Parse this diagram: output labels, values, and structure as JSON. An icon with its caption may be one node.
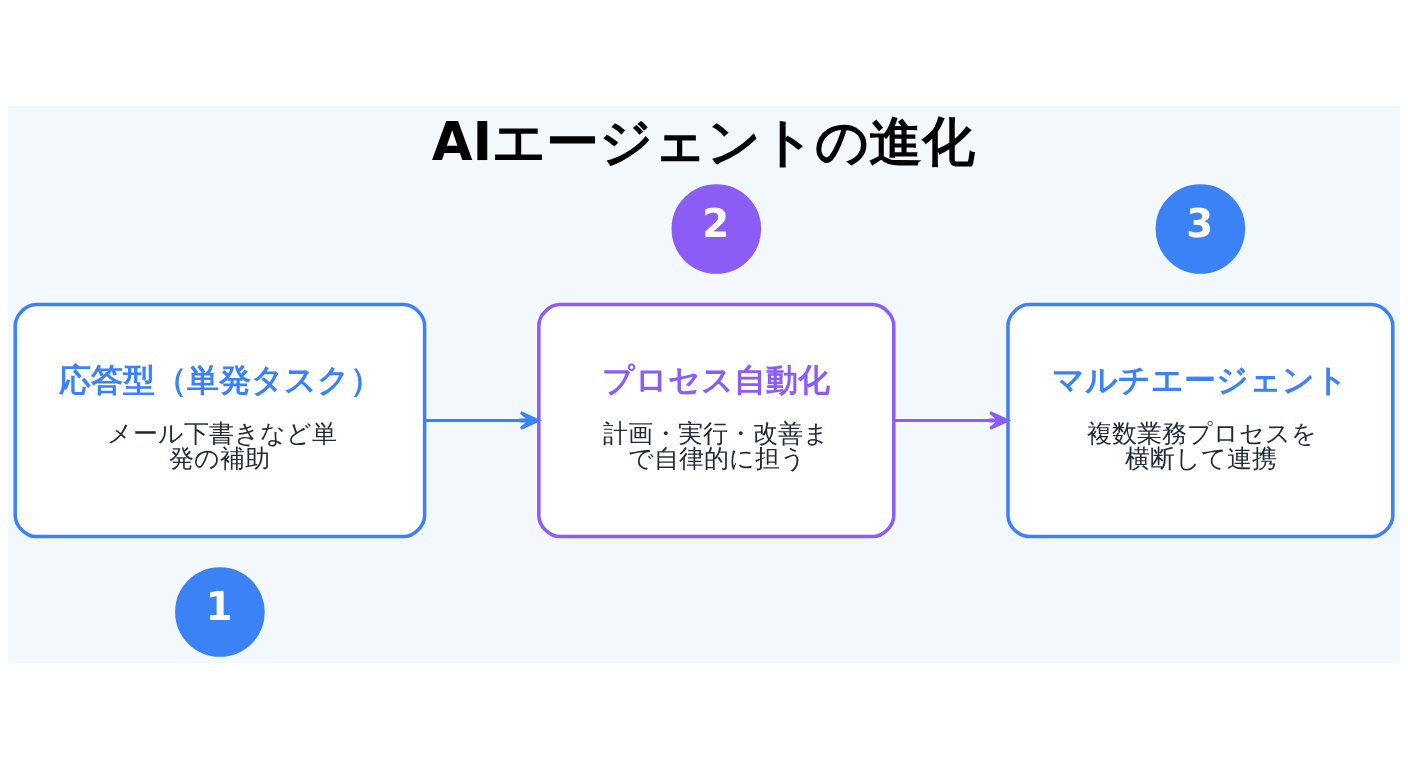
{
  "diagram": {
    "title": "AIエージェントの進化",
    "nodes": [
      {
        "text": [
          "1"
        ]
      },
      {
        "text": [
          "応答型（単発タスク）",
          "メール下書きなど単発の補助"
        ]
      },
      {
        "text": [
          "2"
        ]
      },
      {
        "text": [
          "プロセス自動化",
          "計画・実行・改善まで自律的に担う"
        ]
      },
      {
        "text": [
          "3"
        ]
      },
      {
        "text": [
          "マルチエージェント",
          "複数業務プロセスを横断して連携"
        ]
      }
    ],
    "edges": [
      {
        "from": 1,
        "to": 3,
        "arrow": "to",
        "color": "#3b82f6"
      },
      {
        "from": 3,
        "to": 5,
        "arrow": "to",
        "color": "#8b5cf6"
      }
    ]
  }
}
